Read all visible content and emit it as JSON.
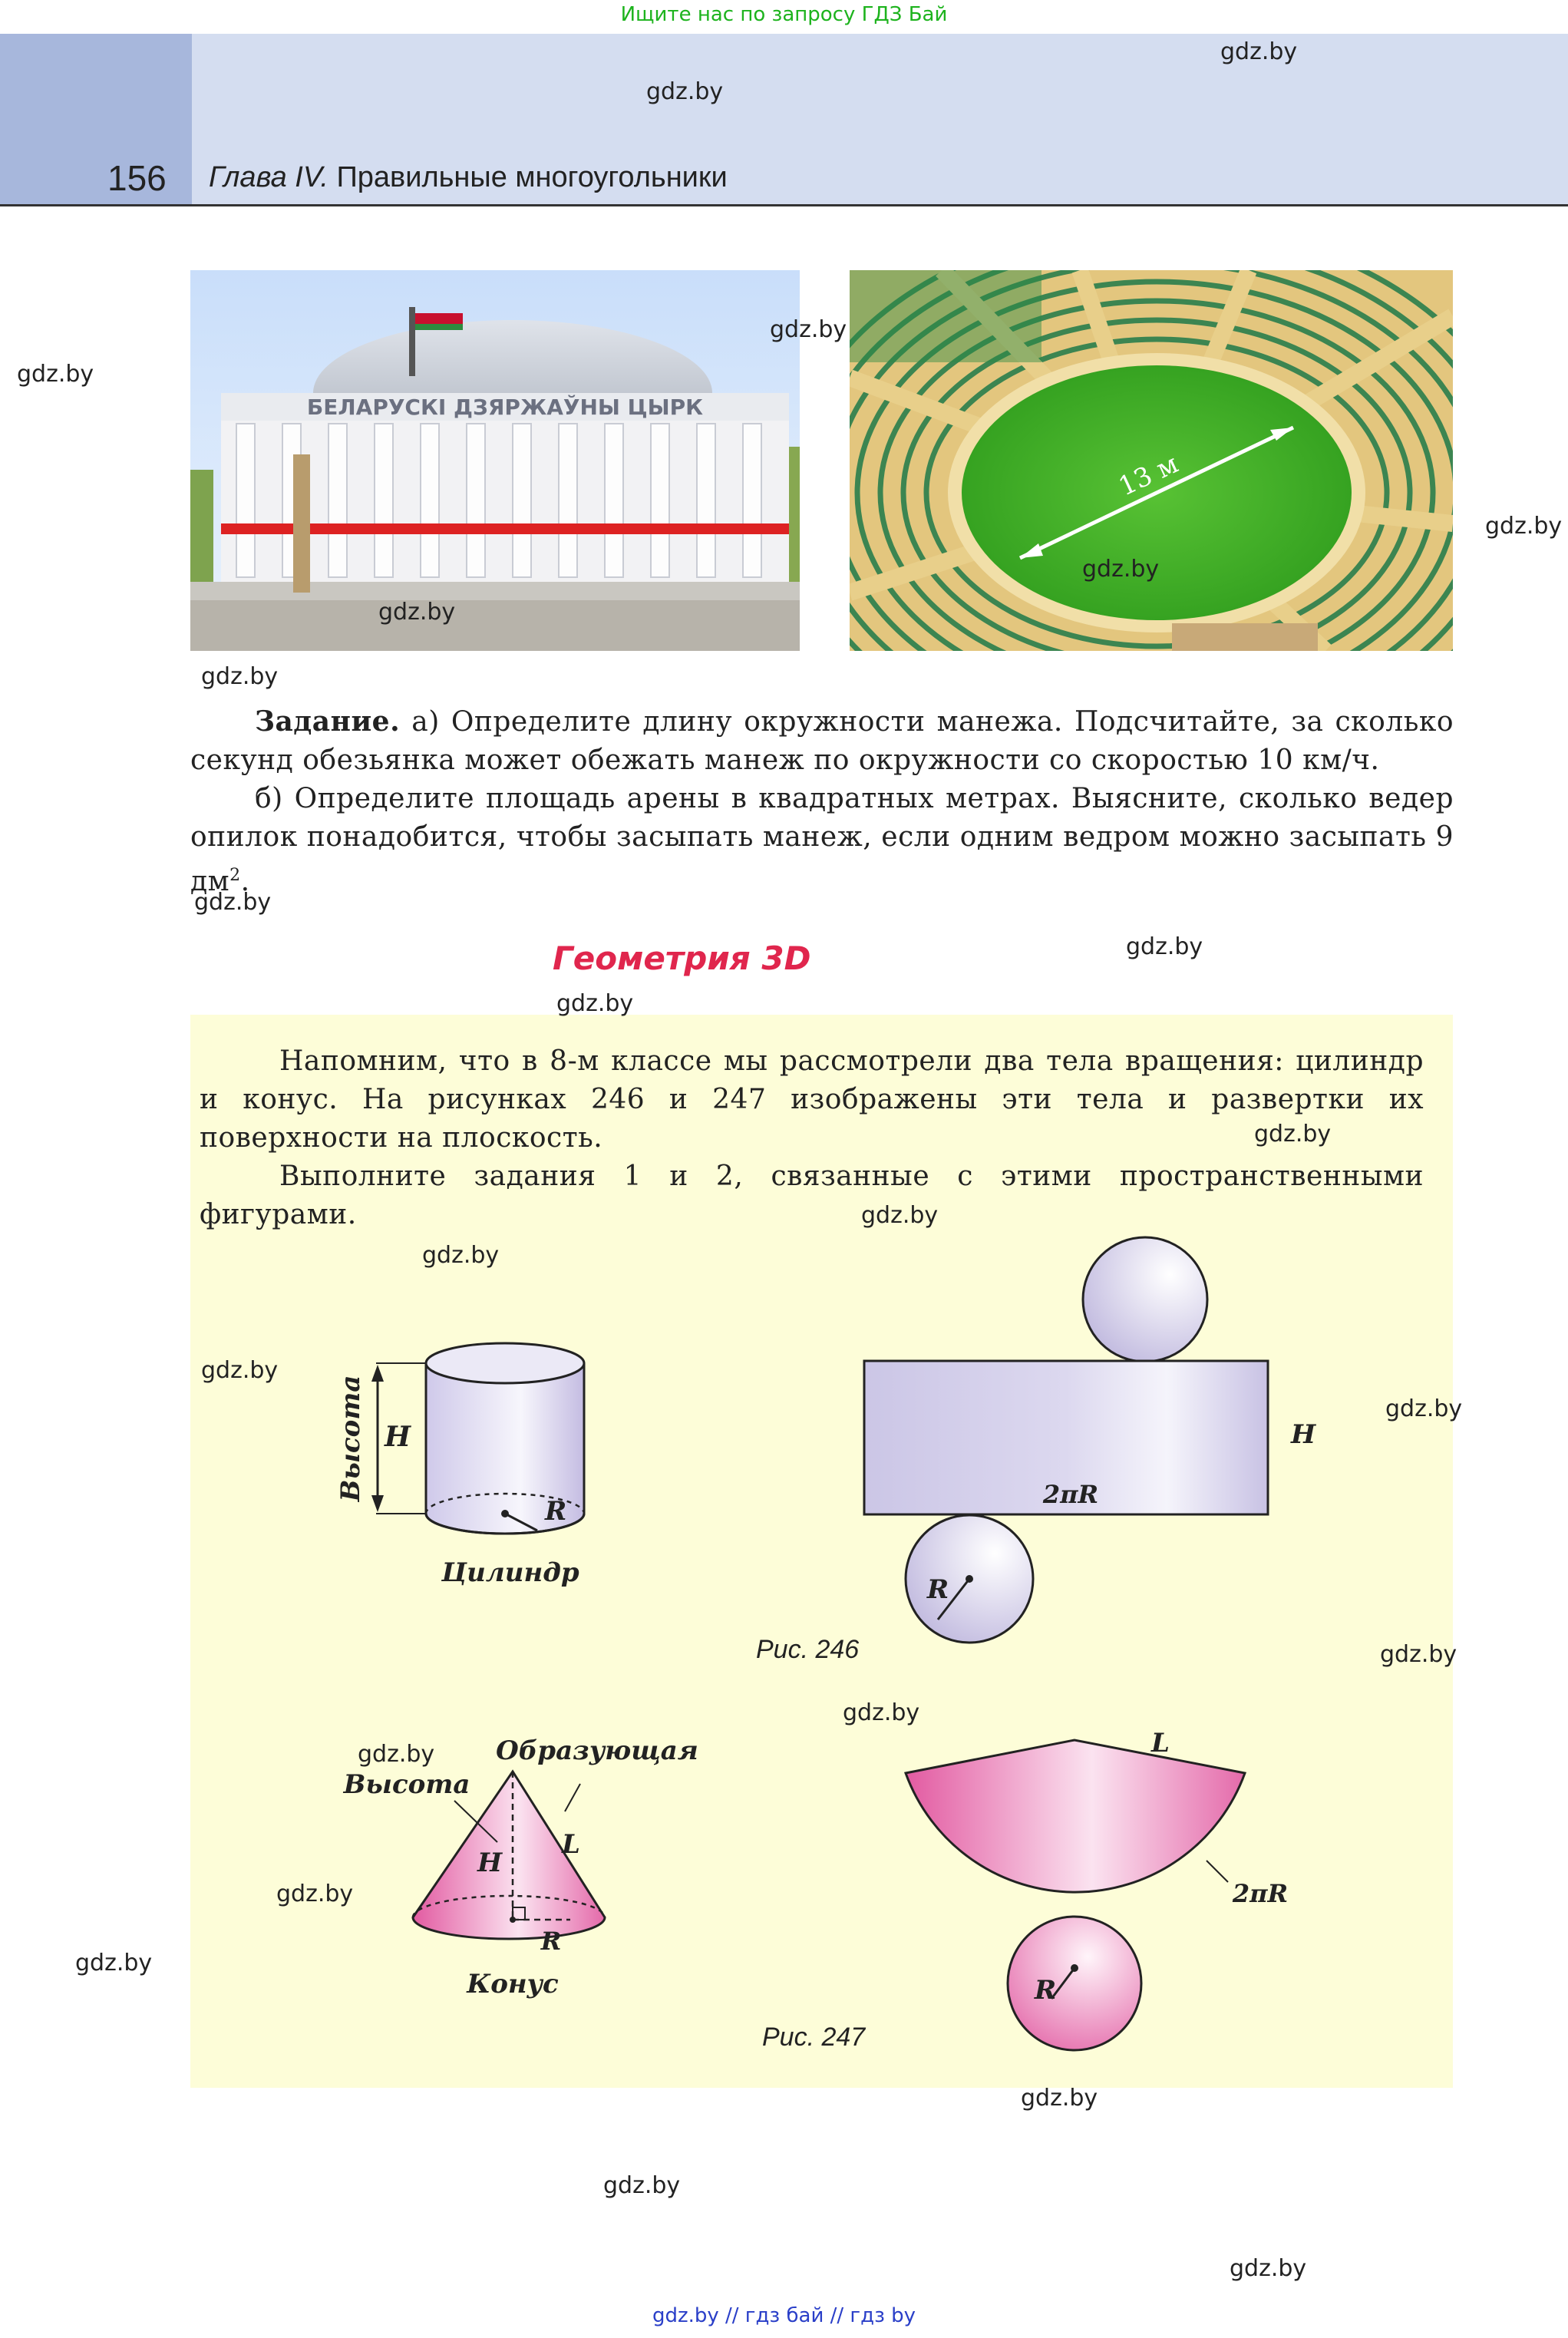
{
  "banner": "Ищите нас по запросу ГДЗ Бай",
  "header": {
    "page_number": "156",
    "chapter_prefix": "Глава IV.",
    "chapter_title": "Правильные многоугольники"
  },
  "photo_circus": {
    "sign": "БЕЛАРУСКІ ДЗЯРЖАЎНЫ ЦЫРК"
  },
  "photo_arena": {
    "diameter_label": "13 м"
  },
  "task": {
    "title": "Задание.",
    "part_a": "а) Определите длину окружности манежа. Подсчитайте, за сколько секунд обезьянка может обежать манеж по окружности со скоростью 10 км/ч.",
    "part_b_main": "б) Определите площадь арены в квадратных метрах. Выясните, сколько ведер опилок понадобится, чтобы засыпать манеж, если одним ведром можно засыпать 9 дм",
    "part_b_exp": "2",
    "part_b_end": "."
  },
  "section_title": "Геометрия 3D",
  "intro": {
    "p1": "Напомним, что в 8-м классе мы рассмотрели два тела вращения: цилиндр и конус. На рисунках 246 и 247 изображены эти тела и развертки их поверхности на плоскость.",
    "p2": "Выполните задания 1 и 2, связанные с этими пространственными фигурами."
  },
  "fig246": {
    "height_word": "Высота",
    "H": "H",
    "R": "R",
    "cylinder_label": "Цилиндр",
    "net_H": "H",
    "net_length": "2πR",
    "net_R": "R",
    "caption": "Рис. 246"
  },
  "fig247": {
    "height_word": "Высота",
    "generatrix_word": "Образующая",
    "H": "H",
    "L": "L",
    "R": "R",
    "cone_label": "Конус",
    "net_L": "L",
    "net_arc": "2πR",
    "net_R": "R",
    "caption": "Рис. 247"
  },
  "watermark": "gdz.by",
  "footer": "gdz.by  //  гдз бай  //  гдз by",
  "colors": {
    "header_tab": "#a7b7dc",
    "header_band": "#d4ddf0",
    "section_title": "#e0264d",
    "panel": "#fdfdd8",
    "banner": "#1db31d"
  }
}
